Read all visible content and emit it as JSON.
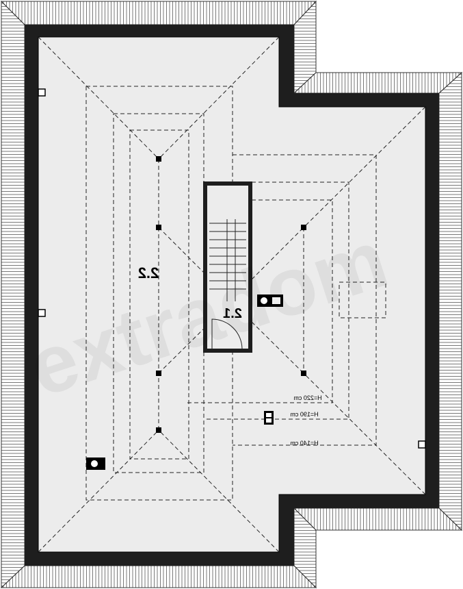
{
  "plan": {
    "rooms": [
      {
        "label": "2.2"
      },
      {
        "label": "2.1"
      }
    ],
    "height_lines": [
      {
        "label": "H=220 cm"
      },
      {
        "label": "H=190 cm"
      },
      {
        "label": "H=140 cm"
      }
    ],
    "watermark": "extradom",
    "colors": {
      "wall": "#1e1e1e",
      "floor": "#ececec",
      "roof_hatch": "#444444",
      "outline": "#000000"
    }
  }
}
